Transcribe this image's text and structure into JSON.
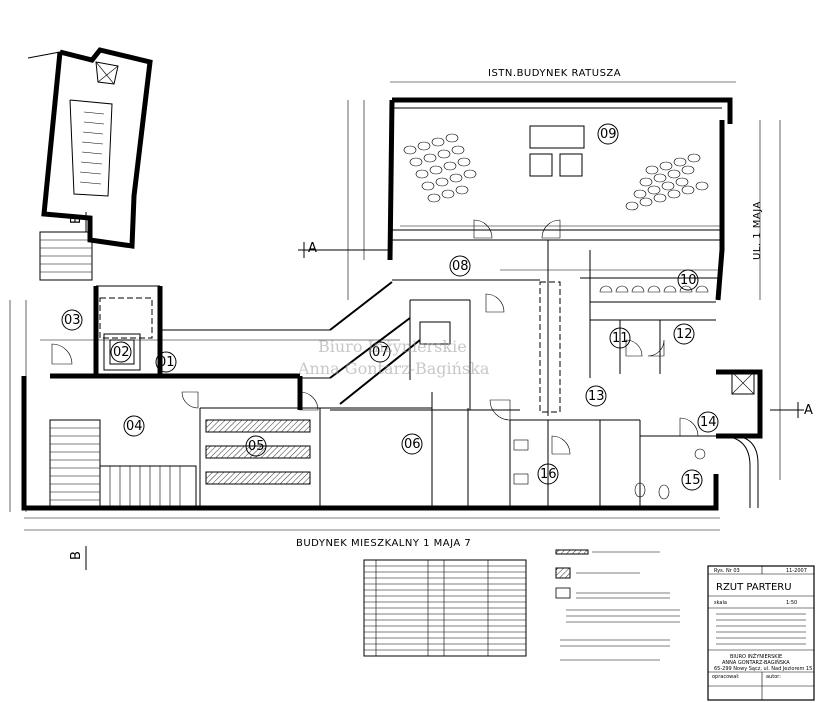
{
  "labels": {
    "top_building": "ISTN.BUDYNEK RATUSZA",
    "bottom_building": "BUDYNEK MIESZKALNY 1 MAJA 7",
    "street": "UL. 1 MAJA",
    "section_a_left": "A",
    "section_a_right": "A",
    "section_b_top": "B",
    "section_b_bottom": "B"
  },
  "rooms": [
    "01",
    "02",
    "03",
    "04",
    "05",
    "06",
    "07",
    "08",
    "09",
    "10",
    "11",
    "12",
    "13",
    "14",
    "15",
    "16"
  ],
  "watermark": {
    "line1": "Biuro Inżynierskie",
    "line2": "Anna Gontarz-Bagińska"
  },
  "title_block": {
    "drawing_no": "Rys. Nr 03",
    "date": "11-2007",
    "title": "RZUT PARTERU",
    "scale_label": "skala",
    "scale": "1:50",
    "office_line1": "BIURO INŻYNIERSKIE",
    "office_line2": "ANNA GONTARZ-BAGIŃSKA",
    "office_address": "65-299 Nowy Sącz, ul. Nad Jeziorem 15",
    "prepared_label": "opracował:",
    "author_label": "autor:"
  },
  "legend_rows": 16
}
